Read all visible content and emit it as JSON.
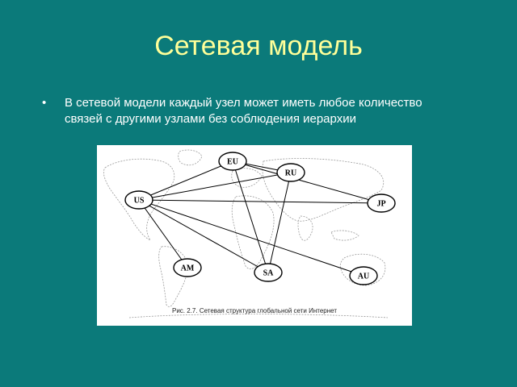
{
  "slide": {
    "title": "Сетевая модель",
    "bullet": "В сетевой модели каждый узел может иметь любое количество связей  с другими узлами без соблюдения иерархии"
  },
  "figure": {
    "caption": "Рис. 2.7. Сетевая структура глобальной сети Интернет",
    "nodes": [
      {
        "id": "EU",
        "label": "EU"
      },
      {
        "id": "RU",
        "label": "RU"
      },
      {
        "id": "US",
        "label": "US"
      },
      {
        "id": "JP",
        "label": "JP"
      },
      {
        "id": "AM",
        "label": "AM"
      },
      {
        "id": "SA",
        "label": "SA"
      },
      {
        "id": "AU",
        "label": "AU"
      }
    ],
    "edges": [
      [
        "US",
        "EU"
      ],
      [
        "US",
        "RU"
      ],
      [
        "US",
        "JP"
      ],
      [
        "US",
        "SA"
      ],
      [
        "US",
        "AU"
      ],
      [
        "US",
        "AM"
      ],
      [
        "EU",
        "RU"
      ],
      [
        "EU",
        "JP"
      ],
      [
        "EU",
        "SA"
      ],
      [
        "RU",
        "SA"
      ]
    ]
  }
}
